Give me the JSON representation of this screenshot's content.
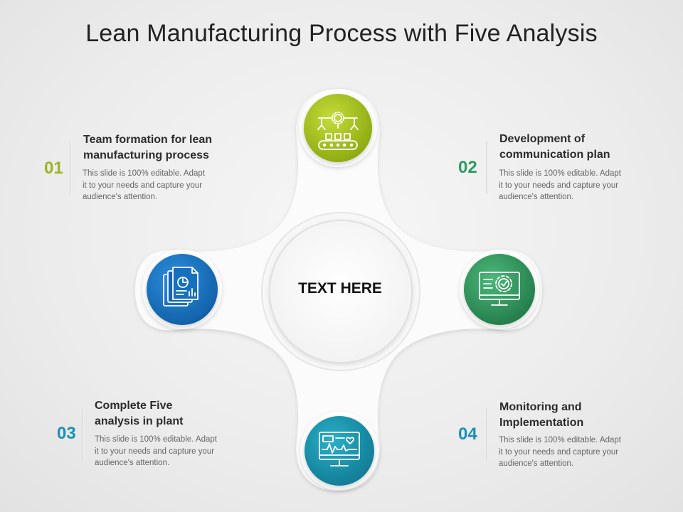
{
  "title": "Lean Manufacturing Process with Five Analysis",
  "center": {
    "text": "TEXT HERE"
  },
  "colors": {
    "green_lime": "#a6c21c",
    "green": "#2f9a5e",
    "blue": "#1872c2",
    "teal": "#1993ae"
  },
  "icons": {
    "top": "assembly-line-robot-icon",
    "right": "monitor-gear-icon",
    "bottom": "monitor-heartbeat-icon",
    "left": "report-documents-icon"
  },
  "items": [
    {
      "number": "01",
      "title_lines": [
        "Team formation for lean",
        "manufacturing process"
      ],
      "desc_lines": [
        "This slide is 100% editable. Adapt",
        "it to your needs and capture your",
        "audience's attention."
      ]
    },
    {
      "number": "02",
      "title_lines": [
        "Development of",
        "communication plan"
      ],
      "desc_lines": [
        "This slide is 100% editable. Adapt",
        "it to your needs and capture your",
        "audience's attention."
      ]
    },
    {
      "number": "03",
      "title_lines": [
        "Complete Five",
        "analysis in plant"
      ],
      "desc_lines": [
        "This slide is 100% editable. Adapt",
        "it to your needs and capture your",
        "audience's attention."
      ]
    },
    {
      "number": "04",
      "title_lines": [
        "Monitoring and",
        "Implementation"
      ],
      "desc_lines": [
        "This slide is 100% editable. Adapt",
        "it to your needs and capture your",
        "audience's attention."
      ]
    }
  ]
}
